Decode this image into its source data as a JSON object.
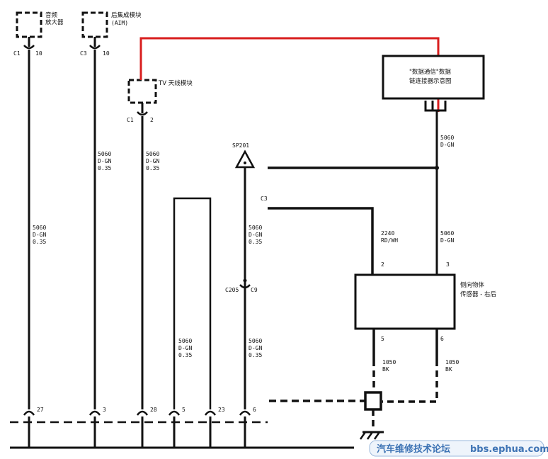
{
  "colors": {
    "wire": "#111111",
    "can_high": "#d81e1e",
    "watermark_text": "#3d73b4",
    "watermark_bg": "#eef4fb"
  },
  "components": {
    "audio_amp": {
      "label_line1": "音频",
      "label_line2": "放大器",
      "conn": "C1",
      "pin": "10"
    },
    "aim": {
      "label_line1": "后集成模块",
      "label_line2": "(AIM)",
      "conn": "C3",
      "pin": "10"
    },
    "tv": {
      "label": "TV 天线模块",
      "conn": "C1",
      "pin": "2"
    },
    "dlc": {
      "label_line1": "\"数据通信\"数据",
      "label_line2": "链连接器示意图"
    },
    "sensor": {
      "label_line1": "侧向物体",
      "label_line2": "传感器 - 右后",
      "pin_left": "2",
      "pin_right": "3",
      "pin_bottom_left": "5",
      "pin_bottom_right": "6"
    }
  },
  "splice": {
    "name": "SP201"
  },
  "inline_connector": {
    "left": "C205",
    "right": "C9"
  },
  "connector_c3": "C3",
  "wires": {
    "w1": {
      "circuit": "5060",
      "color": "D-GN",
      "gauge": "0.35"
    },
    "w2": {
      "circuit": "5060",
      "color": "D-GN",
      "gauge": "0.35"
    },
    "w3": {
      "circuit": "5060",
      "color": "D-GN",
      "gauge": "0.35"
    },
    "w4": {
      "circuit": "5060",
      "color": "D-GN",
      "gauge": "0.35"
    },
    "w5": {
      "circuit": "5060",
      "color": "D-GN",
      "gauge": "0.35"
    },
    "w6": {
      "circuit": "5060",
      "color": "D-GN",
      "gauge": "0.35"
    },
    "dlc_down": {
      "circuit": "5060",
      "color": "D-GN"
    },
    "sensor_in": {
      "circuit": "5060",
      "color": "D-GN"
    },
    "c3_wire": {
      "circuit": "2240",
      "color": "RD/WH"
    },
    "gnd_left": {
      "circuit": "1050",
      "color": "BK"
    },
    "gnd_right": {
      "circuit": "1050",
      "color": "BK"
    }
  },
  "bottom_pins": [
    "27",
    "3",
    "28",
    "5",
    "23",
    "6"
  ],
  "watermark": {
    "text_cn": "汽车维修技术论坛",
    "text_url": "bbs.ephua.com"
  }
}
